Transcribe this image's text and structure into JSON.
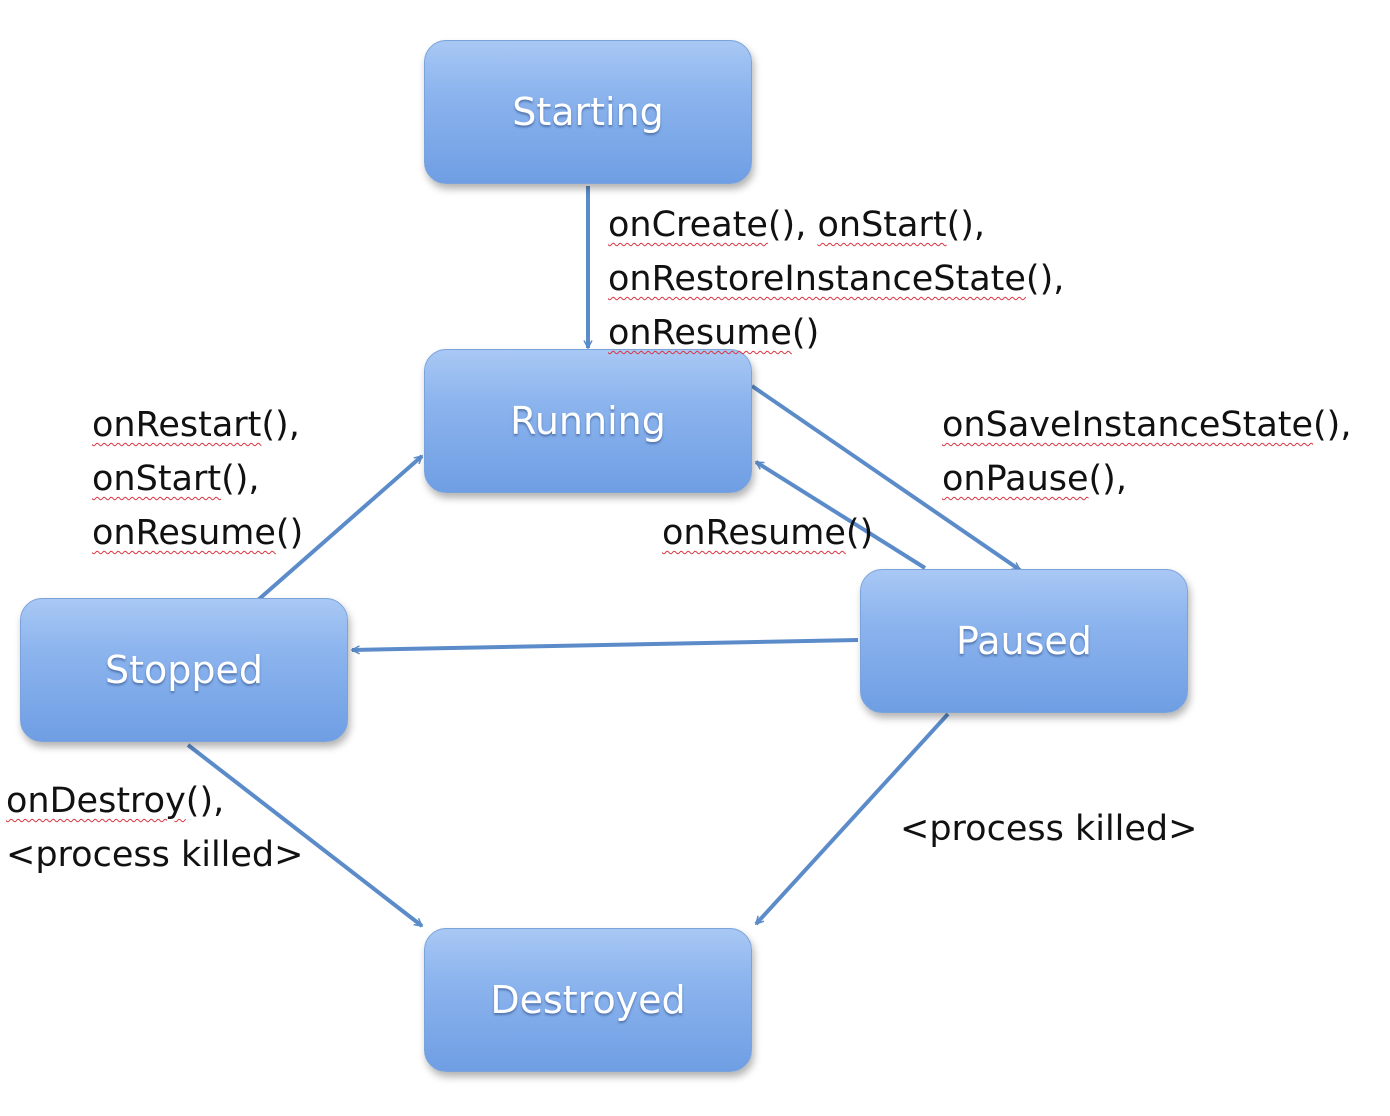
{
  "states": {
    "starting": "Starting",
    "running": "Running",
    "paused": "Paused",
    "stopped": "Stopped",
    "destroyed": "Destroyed"
  },
  "transitions": {
    "starting_to_running": {
      "line1_a": "onCreate",
      "line1_b": "(), ",
      "line1_c": "onStart",
      "line1_d": "(),",
      "line2_a": "onRestoreInstanceState",
      "line2_b": "(),",
      "line3_a": "onResume",
      "line3_b": "()"
    },
    "stopped_to_running": {
      "line1_a": "onRestart",
      "line1_b": "(),",
      "line2_a": "onStart",
      "line2_b": "(),",
      "line3_a": "onResume",
      "line3_b": "()"
    },
    "running_to_paused": {
      "line1_a": "onSaveInstanceState",
      "line1_b": "(),",
      "line2_a": "onPause",
      "line2_b": "(),"
    },
    "paused_to_running": {
      "line1_a": "onResume",
      "line1_b": "()"
    },
    "stopped_to_destroyed": {
      "line1_a": "onDestroy",
      "line1_b": "(),",
      "line2": "<process killed>"
    },
    "paused_to_destroyed": {
      "line1": "<process killed>"
    }
  },
  "colors": {
    "arrow": "#5b8cc9",
    "box_top": "#a9c8f4",
    "box_bottom": "#6f9ee4",
    "state_text": "#ffffff",
    "spell_underline": "#d9333f"
  }
}
